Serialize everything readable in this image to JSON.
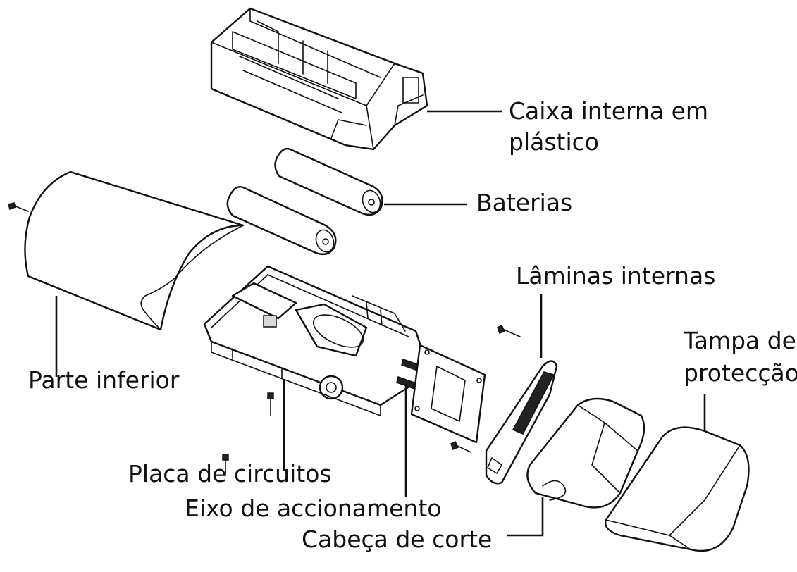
{
  "labels": {
    "inner_case": [
      "Caixa interna em",
      "plástico"
    ],
    "batteries": "Baterias",
    "inner_blades": "Lâminas internas",
    "protective_cap": [
      "Tampa de",
      "protecção"
    ],
    "bottom_part": "Parte inferior",
    "circuit_board": "Placa de circuitos",
    "drive_shaft": "Eixo de accionamento",
    "cutting_head": "Cabeça de corte"
  },
  "colors": {
    "line": "#111111",
    "background": "#ffffff"
  }
}
